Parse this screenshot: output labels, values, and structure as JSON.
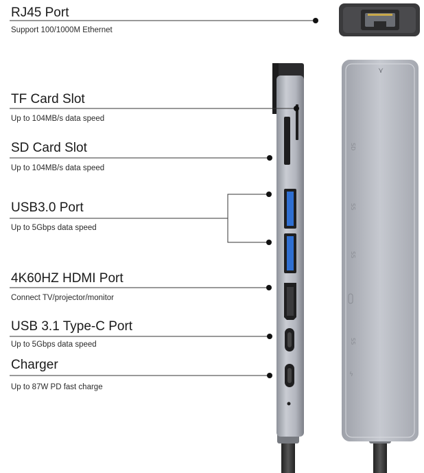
{
  "features": [
    {
      "id": "rj45",
      "title": "RJ45 Port",
      "desc": "Support 100/1000M Ethernet"
    },
    {
      "id": "tf",
      "title": "TF Card Slot",
      "desc": "Up to 104MB/s data speed"
    },
    {
      "id": "sd",
      "title": "SD Card Slot",
      "desc": "Up to 104MB/s data speed"
    },
    {
      "id": "usb30",
      "title": "USB3.0 Port",
      "desc": "Up to 5Gbps data speed"
    },
    {
      "id": "hdmi",
      "title": "4K60HZ HDMI Port",
      "desc": "Connect TV/projector/monitor"
    },
    {
      "id": "usbc",
      "title": "USB 3.1 Type-C Port",
      "desc": "Up to 5Gbps data speed"
    },
    {
      "id": "charger",
      "title": "Charger",
      "desc": "Up to 87W PD fast charge"
    }
  ],
  "colors": {
    "hub_body": "#b9bcc4",
    "hub_shade": "#8d9098",
    "dark_cap": "#2b2b2d",
    "usb_blue": "#2f6fd1",
    "line": "#333333"
  }
}
